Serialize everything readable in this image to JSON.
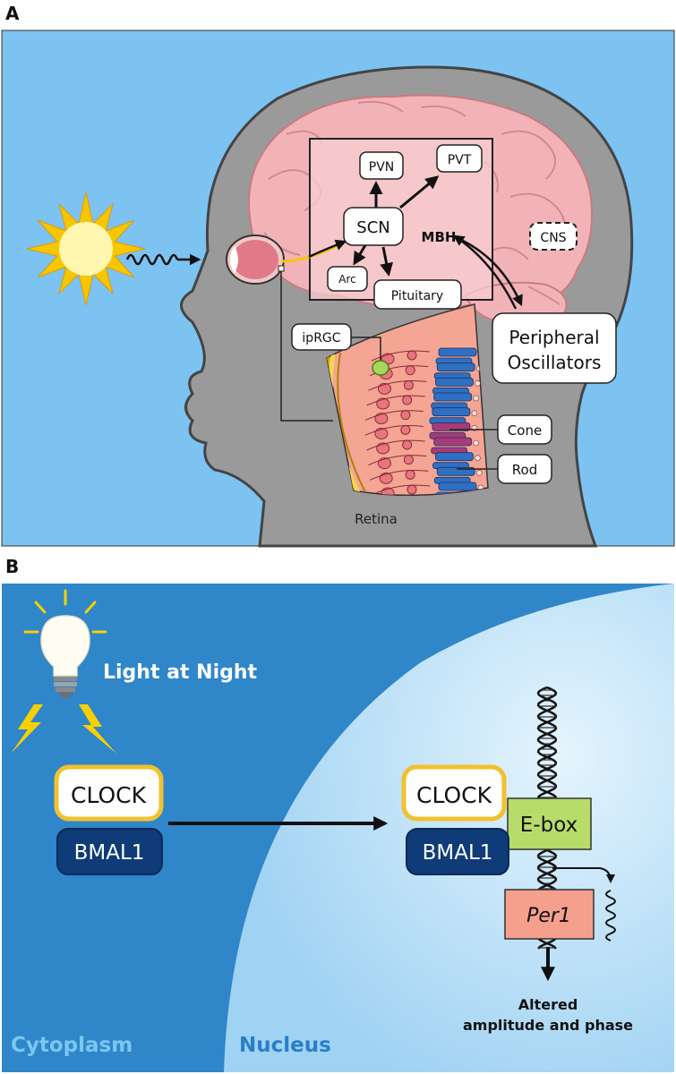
{
  "panel_a": {
    "label": "A",
    "nodes": {
      "pvn": "PVN",
      "pvt": "PVT",
      "scn": "SCN",
      "mbh": "MBH",
      "cns": "CNS",
      "arc": "Arc",
      "pituitary": "Pituitary",
      "iprgc": "ipRGC",
      "peripheral_line1": "Peripheral",
      "peripheral_line2": "Oscillators",
      "cone": "Cone",
      "rod": "Rod",
      "retina": "Retina"
    },
    "colors": {
      "background": "#7cc3f2",
      "head": "#9a9a9a",
      "brain": "#f2b3b8",
      "sun": "#fff6b0",
      "sun_rays": "#f7c600"
    }
  },
  "panel_b": {
    "label": "B",
    "light_label": "Light at Night",
    "clock": "CLOCK",
    "bmal1": "BMAL1",
    "ebox": "E-box",
    "per1": "Per1",
    "outcome_line1": "Altered",
    "outcome_line2": "amplitude and phase",
    "cytoplasm": "Cytoplasm",
    "nucleus": "Nucleus",
    "colors": {
      "cytoplasm": "#2f86c9",
      "nucleus": "#bfe2f8",
      "clock_border": "#f2c12e",
      "bmal1_fill": "#0f3b78",
      "ebox_fill": "#b8dc6a",
      "per1_fill": "#f4a08c"
    }
  }
}
